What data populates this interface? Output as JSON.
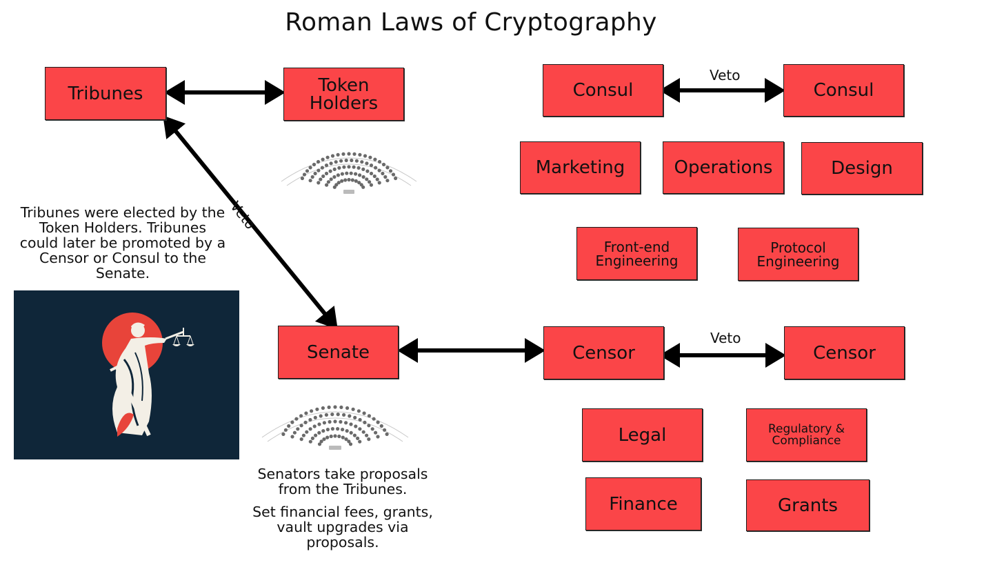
{
  "title": "Roman Laws of Cryptography",
  "boxes": {
    "tribunes": "Tribunes",
    "token_holders": "Token Holders",
    "senate": "Senate",
    "consul_left": "Consul",
    "consul_right": "Consul",
    "marketing": "Marketing",
    "operations": "Operations",
    "design": "Design",
    "frontend": "Front-end Engineering",
    "protocol": "Protocol Engineering",
    "censor_left": "Censor",
    "censor_right": "Censor",
    "legal": "Legal",
    "regulatory": "Regulatory & Compliance",
    "finance": "Finance",
    "grants": "Grants"
  },
  "veto_labels": {
    "tribunes_senate": "Veto",
    "consuls": "Veto",
    "censors": "Veto"
  },
  "notes": {
    "tribunes": "Tribunes were elected by the Token Holders. Tribunes could later be promoted by a Censor or Consul to the Senate.",
    "senate_1": "Senators take proposals from the Tribunes.",
    "senate_2": "Set financial fees, grants, vault upgrades via proposals."
  },
  "colors": {
    "box_fill": "#fb4548",
    "image_background": "#0f2639",
    "image_accent": "#e8443a"
  },
  "icons": {
    "justice": "lady-justice-illustration",
    "chamber": "parliament-chamber-icon"
  }
}
